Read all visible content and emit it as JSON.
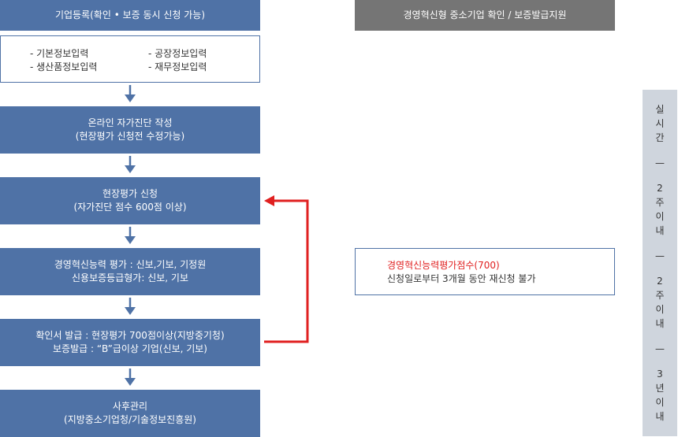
{
  "header_left": "기업등록(확인 • 보증 동시 신청 가능)",
  "header_right": "경영혁신형 중소기업 확인 / 보증발급지원",
  "info_items": [
    "- 기본정보입력",
    "- 공장정보입력",
    "- 생산품정보입력",
    "- 재무정보입력"
  ],
  "steps": [
    {
      "line1": "온라인 자가진단 작성",
      "line2": "(현장평가 신청전 수정가능)"
    },
    {
      "line1": "현장평가 신청",
      "line2": "(자가진단 점수 600점 이상)"
    },
    {
      "line1": "경영혁신능력 평가 : 신보,기보, 기정원",
      "line2": "신용보증등급형가: 신보, 기보"
    },
    {
      "line1": "확인서 발급 : 현장평가 700점이상(지방중기청)",
      "line2": "보증발급 : “B”급이상 기업(신보, 기보)"
    },
    {
      "line1": "사후관리",
      "line2": "(지방중소기업청/기술정보진흥원)"
    }
  ],
  "note": {
    "line1": "경영혁신능력평가점수(700)",
    "line2": "신청일로부터 3개월 동안 재신청 불가"
  },
  "sidebar": {
    "group1": [
      "실",
      "시",
      "간"
    ],
    "group2": [
      "2",
      "주",
      "이",
      "내"
    ],
    "group3": [
      "2",
      "주",
      "이",
      "내"
    ],
    "group4": [
      "3",
      "년",
      "이",
      "내"
    ],
    "dash": "—"
  },
  "colors": {
    "box_blue": "#4f72a6",
    "header_grey": "#757575",
    "feedback_red": "#e02020",
    "sidebar_grey": "#cfd5dd"
  }
}
